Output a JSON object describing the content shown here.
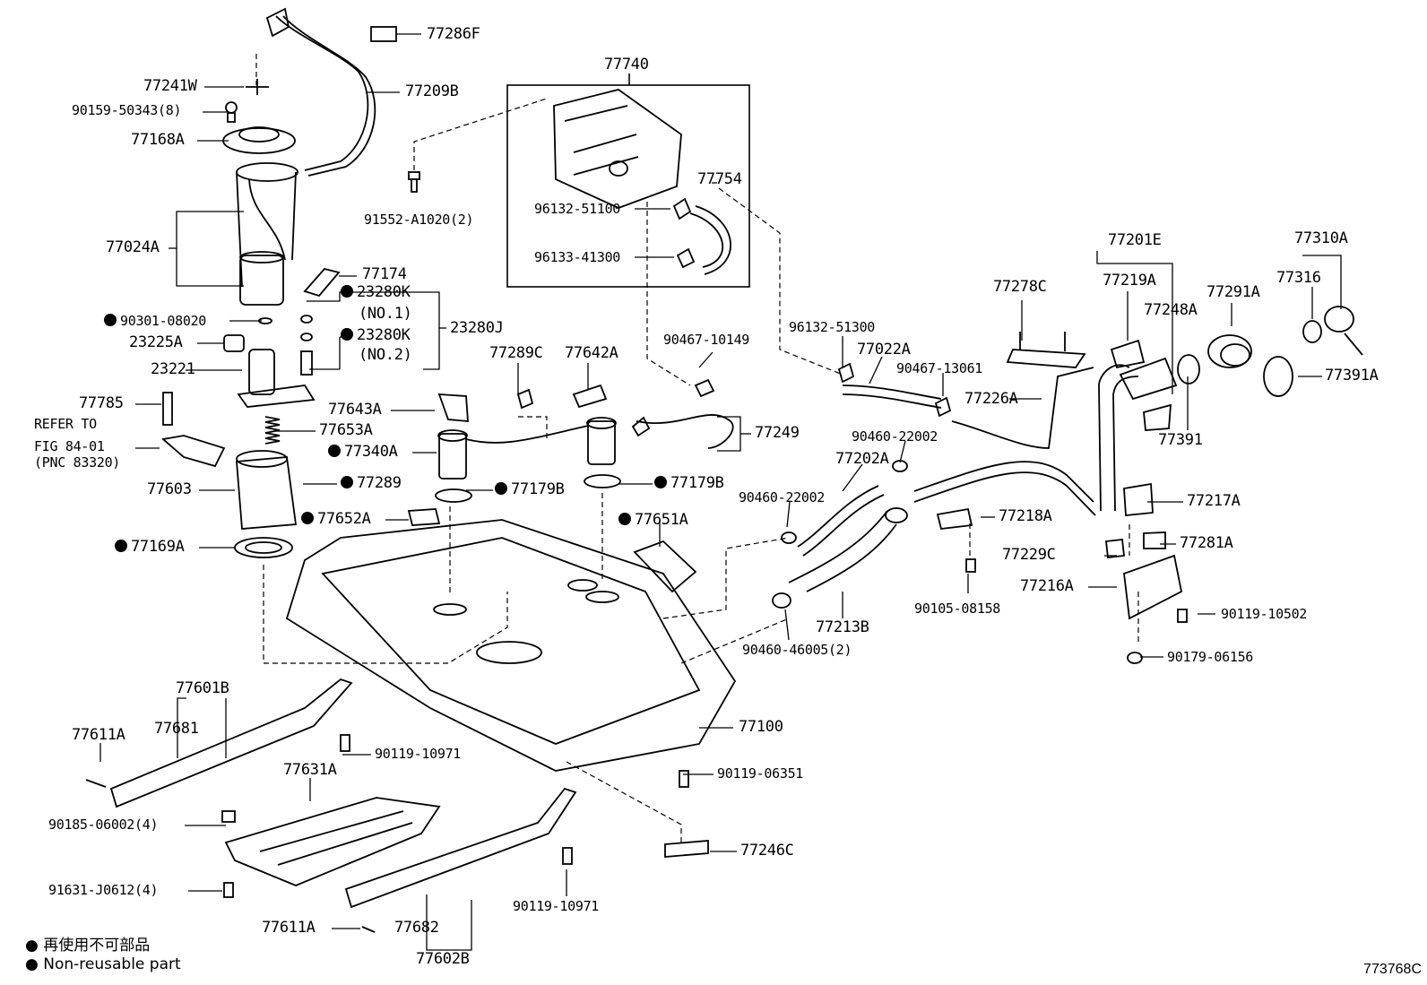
{
  "diagram": {
    "figure_code": "773768C",
    "legend": {
      "symbol": "●",
      "line_japanese": "再使用不可部品",
      "line_english": "Non-reusable part"
    },
    "parts": [
      {
        "id": "p1",
        "text": "77286F"
      },
      {
        "id": "p2",
        "text": "77241W"
      },
      {
        "id": "p3",
        "text": "77209B"
      },
      {
        "id": "p4",
        "text": "90159-50343(8)"
      },
      {
        "id": "p5",
        "text": "77168A"
      },
      {
        "id": "p6",
        "text": "77024A"
      },
      {
        "id": "p7",
        "text": "77174"
      },
      {
        "id": "p8",
        "text": "90301-08020",
        "nonreusable": true
      },
      {
        "id": "p9",
        "text": "23280K",
        "nonreusable": true
      },
      {
        "id": "p10",
        "text": "(NO.1)"
      },
      {
        "id": "p11",
        "text": "23280J"
      },
      {
        "id": "p12",
        "text": "23225A"
      },
      {
        "id": "p13",
        "text": "23280K",
        "nonreusable": true
      },
      {
        "id": "p14",
        "text": "(NO.2)"
      },
      {
        "id": "p15",
        "text": "23221"
      },
      {
        "id": "p16",
        "text": "77785"
      },
      {
        "id": "p17",
        "text": "REFER TO"
      },
      {
        "id": "p18",
        "text": "FIG 84-01"
      },
      {
        "id": "p19",
        "text": "(PNC 83320)"
      },
      {
        "id": "p20",
        "text": "77653A"
      },
      {
        "id": "p21",
        "text": "77603"
      },
      {
        "id": "p22",
        "text": "77289",
        "nonreusable": true
      },
      {
        "id": "p23",
        "text": "77169A",
        "nonreusable": true
      },
      {
        "id": "p24",
        "text": "77740"
      },
      {
        "id": "p25",
        "text": "91552-A1020(2)"
      },
      {
        "id": "p26",
        "text": "77754"
      },
      {
        "id": "p27",
        "text": "96132-51100"
      },
      {
        "id": "p28",
        "text": "96133-41300"
      },
      {
        "id": "p29",
        "text": "77289C"
      },
      {
        "id": "p30",
        "text": "77642A"
      },
      {
        "id": "p31",
        "text": "90467-10149"
      },
      {
        "id": "p32",
        "text": "77643A"
      },
      {
        "id": "p33",
        "text": "77340A",
        "nonreusable": true
      },
      {
        "id": "p34",
        "text": "77249"
      },
      {
        "id": "p35",
        "text": "77179B",
        "nonreusable": true
      },
      {
        "id": "p36",
        "text": "77179B",
        "nonreusable": true
      },
      {
        "id": "p37",
        "text": "77652A",
        "nonreusable": true
      },
      {
        "id": "p38",
        "text": "77651A",
        "nonreusable": true
      },
      {
        "id": "p39",
        "text": "96132-51300"
      },
      {
        "id": "p40",
        "text": "77022A"
      },
      {
        "id": "p41",
        "text": "90467-13061"
      },
      {
        "id": "p42",
        "text": "90460-22002"
      },
      {
        "id": "p43",
        "text": "77202A"
      },
      {
        "id": "p44",
        "text": "90460-22002"
      },
      {
        "id": "p45",
        "text": "77226A"
      },
      {
        "id": "p46",
        "text": "77278C"
      },
      {
        "id": "p47",
        "text": "77201E"
      },
      {
        "id": "p48",
        "text": "77219A"
      },
      {
        "id": "p49",
        "text": "77248A"
      },
      {
        "id": "p50",
        "text": "77291A"
      },
      {
        "id": "p51",
        "text": "77310A"
      },
      {
        "id": "p52",
        "text": "77316"
      },
      {
        "id": "p53",
        "text": "77391A"
      },
      {
        "id": "p54",
        "text": "77391"
      },
      {
        "id": "p55",
        "text": "77217A"
      },
      {
        "id": "p56",
        "text": "77218A"
      },
      {
        "id": "p57",
        "text": "77229C"
      },
      {
        "id": "p58",
        "text": "77281A"
      },
      {
        "id": "p59",
        "text": "77216A"
      },
      {
        "id": "p60",
        "text": "90105-08158"
      },
      {
        "id": "p61",
        "text": "90119-10502"
      },
      {
        "id": "p62",
        "text": "90179-06156"
      },
      {
        "id": "p63",
        "text": "77213B"
      },
      {
        "id": "p64",
        "text": "90460-46005(2)"
      },
      {
        "id": "p65",
        "text": "77100"
      },
      {
        "id": "p66",
        "text": "77601B"
      },
      {
        "id": "p67",
        "text": "77681"
      },
      {
        "id": "p68",
        "text": "77611A"
      },
      {
        "id": "p69",
        "text": "90119-10971"
      },
      {
        "id": "p70",
        "text": "77631A"
      },
      {
        "id": "p71",
        "text": "90185-06002(4)"
      },
      {
        "id": "p72",
        "text": "91631-J0612(4)"
      },
      {
        "id": "p73",
        "text": "90119-06351"
      },
      {
        "id": "p74",
        "text": "77246C"
      },
      {
        "id": "p75",
        "text": "90119-10971"
      },
      {
        "id": "p76",
        "text": "77611A"
      },
      {
        "id": "p77",
        "text": "77682"
      },
      {
        "id": "p78",
        "text": "77602B"
      }
    ]
  }
}
